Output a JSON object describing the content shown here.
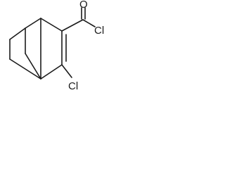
{
  "molecule": {
    "atom_labels": {
      "carbonyl_oxygen": "O",
      "acyl_chlorine": "Cl",
      "ring_chlorine": "Cl"
    }
  }
}
